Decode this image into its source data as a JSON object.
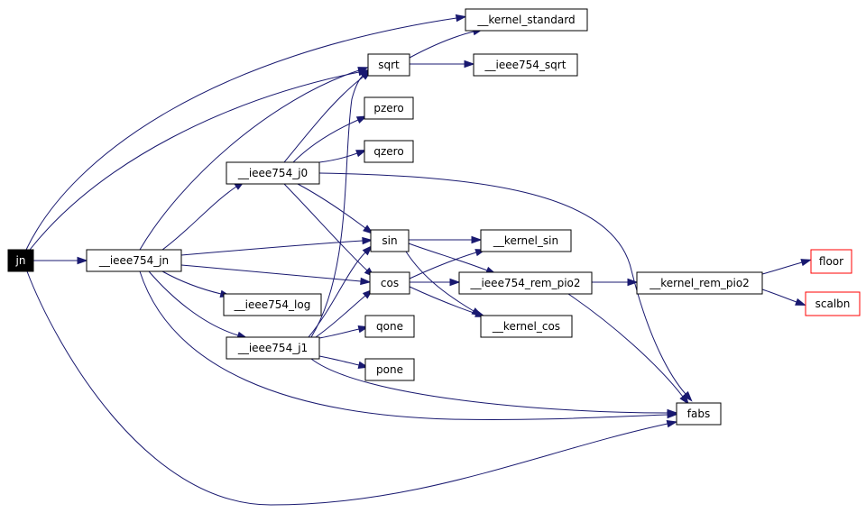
{
  "diagram": {
    "type": "call-graph",
    "nodes": [
      {
        "id": "jn",
        "label": "jn",
        "kind": "root"
      },
      {
        "id": "ieee754_jn",
        "label": "__ieee754_jn",
        "kind": "normal"
      },
      {
        "id": "ieee754_j0",
        "label": "__ieee754_j0",
        "kind": "normal"
      },
      {
        "id": "ieee754_j1",
        "label": "__ieee754_j1",
        "kind": "normal"
      },
      {
        "id": "ieee754_log",
        "label": "__ieee754_log",
        "kind": "normal"
      },
      {
        "id": "sqrt",
        "label": "sqrt",
        "kind": "normal"
      },
      {
        "id": "pzero",
        "label": "pzero",
        "kind": "normal"
      },
      {
        "id": "qzero",
        "label": "qzero",
        "kind": "normal"
      },
      {
        "id": "sin",
        "label": "sin",
        "kind": "normal"
      },
      {
        "id": "cos",
        "label": "cos",
        "kind": "normal"
      },
      {
        "id": "qone",
        "label": "qone",
        "kind": "normal"
      },
      {
        "id": "pone",
        "label": "pone",
        "kind": "normal"
      },
      {
        "id": "kernel_standard",
        "label": "__kernel_standard",
        "kind": "normal"
      },
      {
        "id": "ieee754_sqrt",
        "label": "__ieee754_sqrt",
        "kind": "normal"
      },
      {
        "id": "kernel_sin",
        "label": "__kernel_sin",
        "kind": "normal"
      },
      {
        "id": "ieee754_rem_pio2",
        "label": "__ieee754_rem_pio2",
        "kind": "normal"
      },
      {
        "id": "kernel_cos",
        "label": "__kernel_cos",
        "kind": "normal"
      },
      {
        "id": "kernel_rem_pio2",
        "label": "__kernel_rem_pio2",
        "kind": "normal"
      },
      {
        "id": "fabs",
        "label": "fabs",
        "kind": "normal"
      },
      {
        "id": "floor",
        "label": "floor",
        "kind": "truncated"
      },
      {
        "id": "scalbn",
        "label": "scalbn",
        "kind": "truncated"
      }
    ],
    "edges": [
      {
        "from": "jn",
        "to": "ieee754_jn"
      },
      {
        "from": "jn",
        "to": "kernel_standard"
      },
      {
        "from": "jn",
        "to": "sqrt"
      },
      {
        "from": "jn",
        "to": "fabs"
      },
      {
        "from": "ieee754_jn",
        "to": "ieee754_j0"
      },
      {
        "from": "ieee754_jn",
        "to": "ieee754_j1"
      },
      {
        "from": "ieee754_jn",
        "to": "ieee754_log"
      },
      {
        "from": "ieee754_jn",
        "to": "sqrt"
      },
      {
        "from": "ieee754_jn",
        "to": "sin"
      },
      {
        "from": "ieee754_jn",
        "to": "cos"
      },
      {
        "from": "ieee754_jn",
        "to": "fabs"
      },
      {
        "from": "ieee754_j0",
        "to": "sqrt"
      },
      {
        "from": "ieee754_j0",
        "to": "pzero"
      },
      {
        "from": "ieee754_j0",
        "to": "qzero"
      },
      {
        "from": "ieee754_j0",
        "to": "sin"
      },
      {
        "from": "ieee754_j0",
        "to": "cos"
      },
      {
        "from": "ieee754_j0",
        "to": "fabs"
      },
      {
        "from": "ieee754_j1",
        "to": "sqrt"
      },
      {
        "from": "ieee754_j1",
        "to": "sin"
      },
      {
        "from": "ieee754_j1",
        "to": "cos"
      },
      {
        "from": "ieee754_j1",
        "to": "qone"
      },
      {
        "from": "ieee754_j1",
        "to": "pone"
      },
      {
        "from": "ieee754_j1",
        "to": "fabs"
      },
      {
        "from": "sqrt",
        "to": "kernel_standard"
      },
      {
        "from": "sqrt",
        "to": "ieee754_sqrt"
      },
      {
        "from": "sin",
        "to": "kernel_sin"
      },
      {
        "from": "sin",
        "to": "ieee754_rem_pio2"
      },
      {
        "from": "sin",
        "to": "kernel_cos"
      },
      {
        "from": "cos",
        "to": "kernel_sin"
      },
      {
        "from": "cos",
        "to": "ieee754_rem_pio2"
      },
      {
        "from": "cos",
        "to": "kernel_cos"
      },
      {
        "from": "ieee754_rem_pio2",
        "to": "kernel_rem_pio2"
      },
      {
        "from": "ieee754_rem_pio2",
        "to": "fabs"
      },
      {
        "from": "kernel_rem_pio2",
        "to": "floor"
      },
      {
        "from": "kernel_rem_pio2",
        "to": "scalbn"
      }
    ],
    "colors": {
      "edge": "#191970",
      "node_border": "#000000",
      "truncated_border": "#ff0000",
      "root_fill": "#000000",
      "root_text": "#ffffff"
    }
  }
}
